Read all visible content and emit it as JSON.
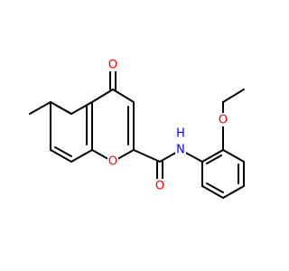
{
  "molecule": {
    "atoms": {
      "carbonyl_oxygen": {
        "text": "O",
        "color": "#ff0000"
      },
      "ring_oxygen": {
        "text": "O",
        "color": "#ff0000"
      },
      "amide_oxygen": {
        "text": "O",
        "color": "#ff0000"
      },
      "ether_oxygen": {
        "text": "O",
        "color": "#ff0000"
      },
      "amide_nitrogen": {
        "text": "N",
        "color": "#0000ff"
      },
      "amide_hydrogen": {
        "text": "H",
        "color": "#0000ff"
      }
    },
    "bond_color": "#000000",
    "background": "#ffffff"
  }
}
